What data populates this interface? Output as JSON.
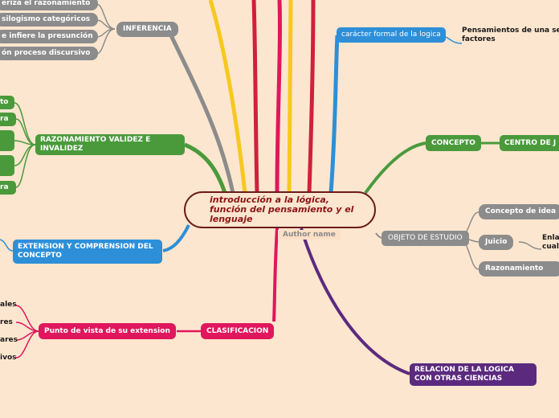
{
  "center": {
    "title": "introducción a la lógica, función del pensamiento y el lenguaje",
    "author": "Author name"
  },
  "inferencia": {
    "label": "INFERENCIA",
    "items": [
      "eriza el razonamiento",
      "silogismo categóricos",
      "e infiere la presunción",
      "ón proceso discursivo"
    ]
  },
  "razonamiento": {
    "label": "RAZONAMIENTO VALIDEZ E INVALIDEZ",
    "items": [
      "to",
      "ra",
      "",
      "",
      "ra"
    ]
  },
  "extension": {
    "label": "EXTENSION Y COMPRENSION DEL CONCEPTO"
  },
  "clasificacion": {
    "label": "CLASIFICACION",
    "punto": "Punto de vista de su extension",
    "items": [
      "ales",
      "res",
      "ares",
      "ivos"
    ]
  },
  "caracter": {
    "label": "carácter formal de la logica",
    "note": "Pensamientos de una se factores"
  },
  "concepto": {
    "label": "CONCEPTO",
    "centro": "CENTRO DE J"
  },
  "objeto": {
    "label": "OBJETO DE ESTUDIO",
    "items": [
      "Concepto de idea",
      "Juicio",
      "Razonamiento"
    ],
    "juicio_note": "Enla cual"
  },
  "relacion": {
    "label": "RELACION DE LA LOGICA CON OTRAS CIENCIAS"
  },
  "colors": {
    "gray": "#8c8c8c",
    "green": "#4a9a3c",
    "blue": "#2d8fd8",
    "pink": "#e0175c",
    "purple": "#5b2a7e",
    "yellow": "#f7c81e",
    "red": "#d0203c",
    "background": "#fde6cf"
  }
}
